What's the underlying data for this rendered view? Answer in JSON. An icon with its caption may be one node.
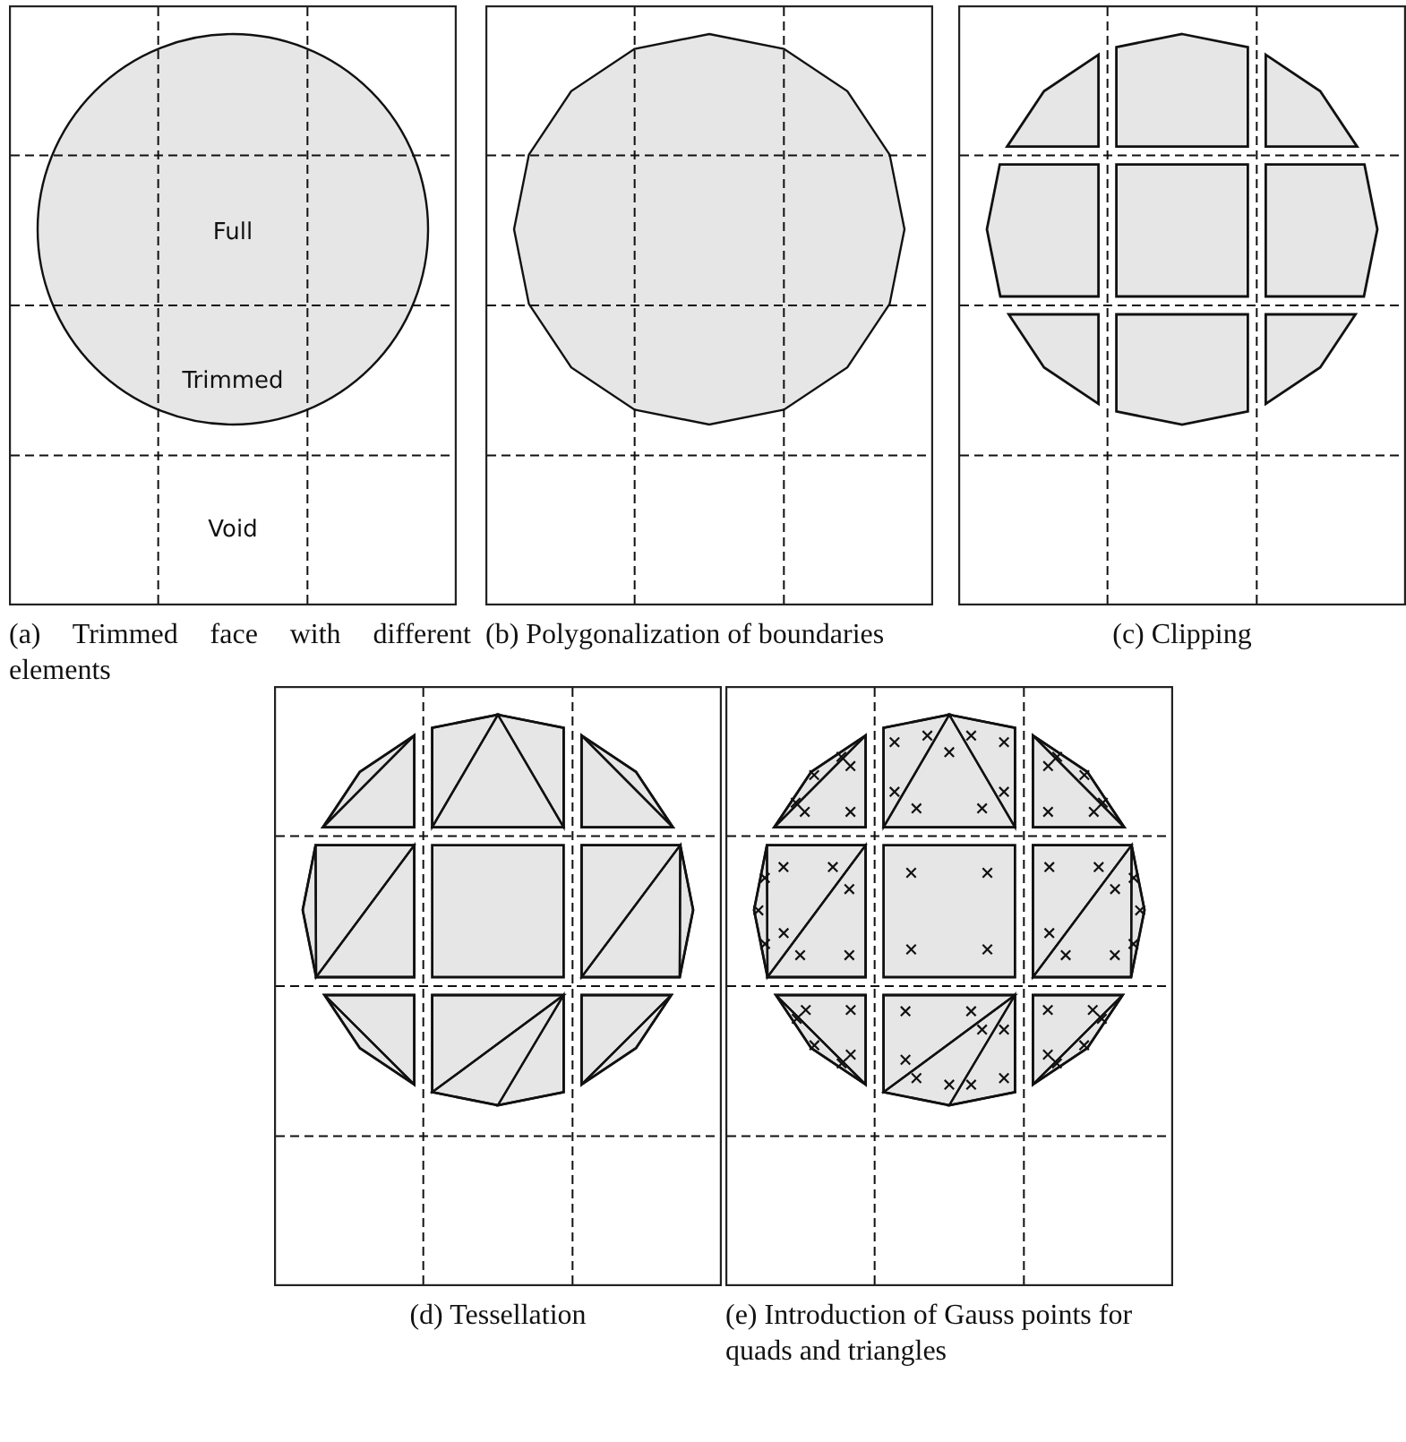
{
  "diagram": {
    "labels": [
      "Full",
      "Trimmed",
      "Void",
      "(a) Trimmed face with different elements",
      "(b) Polygonalization of boundaries",
      "(c) Clipping",
      "(d) Tessellation",
      "(e) Introduction of Gauss points for quads and triangles"
    ]
  }
}
